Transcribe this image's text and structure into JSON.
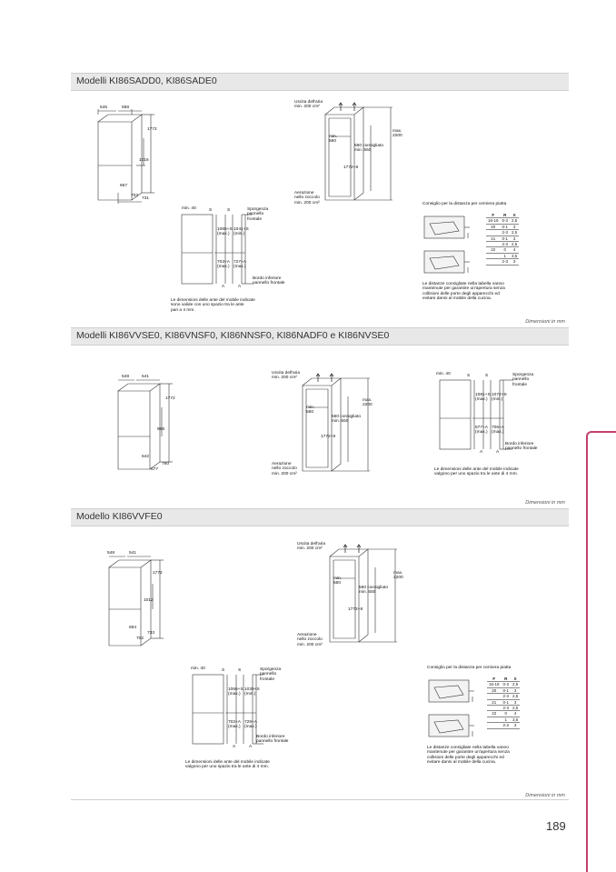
{
  "sections": [
    {
      "title": "Modelli KI86SADD0, KI86SADE0"
    },
    {
      "title": "Modelli KI86VVSE0, KI86VNSF0, KI86NNSF0, KI86NADF0 e KI86NVSE0"
    },
    {
      "title": "Modello KI86VVFE0"
    }
  ],
  "dim_note": "Dimensioni in mm",
  "page_number": "189",
  "fig1": {
    "fridge": {
      "w1": "545",
      "w2": "558",
      "h": "1772",
      "mid": "1016",
      "low": "667",
      "d1": "703",
      "d2": "731"
    },
    "niche": {
      "air_out": "Uscita dell'aria\nmin. 200 cm²",
      "min560": "min.\n560",
      "cons": "560 consigliato\nmin. 550",
      "max2200": "max.\n2200",
      "h1772": "1772+8",
      "air_in": "Aerazione\nnello zoccolo\nmin. 200 cm²"
    },
    "door": {
      "min40": "min. 40",
      "s": "S",
      "v1": "1065+S\n(max.)",
      "v2": "1041+S\n(min.)",
      "v3": "703+A\n(max.)",
      "v4": "727+A\n(max.)",
      "a": "A",
      "sporgenza": "Sporgenza\npannello\nfrontale",
      "bordo": "Bordo inferiore\npannello frontale",
      "caption": "Le dimensioni delle ante del mobile indicate\nsono valide con uno spazio tra le ante\npari a 4 mm."
    },
    "hinge": {
      "title": "Consiglio per la distanza per cerniera piatta",
      "caption": "Le distanze consigliate nella tabella vanno\nmantenute per garantire un'apertura senza\ncollisioni delle porte degli apparecchi ed\nevitare danni al mobile della cucina."
    }
  },
  "fig2": {
    "fridge": {
      "w1": "548",
      "w2": "541",
      "h": "1772",
      "mid": "998",
      "low": "642",
      "d1": "677",
      "d2": "760"
    },
    "niche": {
      "air_out": "Uscita dell'aria\nmin. 200 cm²",
      "min560": "min.\n560",
      "cons": "560 consigliato\nmin. 550",
      "max2200": "max.\n2200",
      "h1772": "1772+8",
      "air_in": "Aerazione\nnello zoccolo\nmin. 200 cm²"
    },
    "door": {
      "min40": "min. 40",
      "s": "S",
      "v1": "1081+S\n(max.)",
      "v2": "1072+S\n(min.)",
      "v3": "677+A\n(max.)",
      "v4": "706+A\n(max.)",
      "a": "A",
      "sporgenza": "Sporgenza\npannello\nfrontale",
      "bordo": "Bordo inferiore\npannello frontale",
      "caption": "Le dimensioni delle ante del mobile indicate\nvalgono per uno spazio tra le ante di 4 mm."
    }
  },
  "fig3": {
    "fridge": {
      "w1": "548",
      "w2": "541",
      "h": "1772",
      "mid": "1012",
      "low": "694",
      "d1": "702",
      "d2": "733"
    },
    "niche": {
      "air_out": "Uscita dell'aria\nmin. 200 cm²",
      "min560": "min.\n560",
      "cons": "560 consigliato\nmin. 550",
      "max2200": "max.\n2200",
      "h1772": "1772+8",
      "air_in": "Aerazione\nnello zoccolo\nmin. 200 cm²"
    },
    "door": {
      "min40": "min. 40",
      "s": "S",
      "v1": "1066+S\n(max.)",
      "v2": "1039+S\n(min.)",
      "v3": "702+A\n(max.)",
      "v4": "729+A\n(max.)",
      "a": "A",
      "sporgenza": "Sporgenza\npannello\nfrontale",
      "bordo": "Bordo inferiore\npannello frontale",
      "caption": "Le dimensioni delle ante del mobile indicate\nvalgono per uno spazio tra le ante di 4 mm."
    },
    "hinge": {
      "title": "Consiglio per la distanza per cerniera piatta",
      "caption": "Le distanze consigliate nella tabella vanno\nmantenute per garantire un'apertura senza\ncollisioni delle porte degli apparecchi ed\nevitare danni al mobile della cucina."
    }
  },
  "hinge_table": {
    "headers": [
      "F",
      "R",
      "X"
    ],
    "rows": [
      [
        "16-19",
        "0-3",
        "2,5"
      ],
      [
        "20",
        "0-1",
        "3"
      ],
      [
        "",
        "2-3",
        "2,5"
      ],
      [
        "21",
        "0-1",
        "3"
      ],
      [
        "",
        "2-3",
        "2,5"
      ],
      [
        "22",
        "0",
        "4"
      ],
      [
        "",
        "1",
        "3,5"
      ],
      [
        "",
        "2-3",
        "3"
      ]
    ]
  }
}
